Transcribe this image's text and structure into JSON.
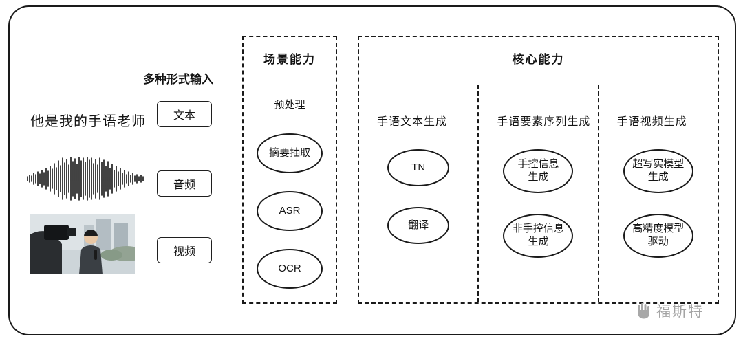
{
  "inputs": {
    "title": "多种形式输入",
    "sample_text": "他是我的手语老师",
    "text_label": "文本",
    "audio_label": "音频",
    "video_label": "视频"
  },
  "scene": {
    "title": "场景能力",
    "subtitle": "预处理",
    "nodes": [
      "摘要抽取",
      "ASR",
      "OCR"
    ]
  },
  "core": {
    "title": "核心能力",
    "columns": [
      {
        "header": "手语文本生成",
        "nodes": [
          [
            "TN"
          ],
          [
            "翻译"
          ]
        ]
      },
      {
        "header": "手语要素序列生成",
        "nodes": [
          [
            "手控信息",
            "生成"
          ],
          [
            "非手控信息",
            "生成"
          ]
        ]
      },
      {
        "header": "手语视频生成",
        "nodes": [
          [
            "超写实模型",
            "生成"
          ],
          [
            "高精度模型",
            "驱动"
          ]
        ]
      }
    ]
  },
  "watermark": {
    "text": "福斯特"
  }
}
